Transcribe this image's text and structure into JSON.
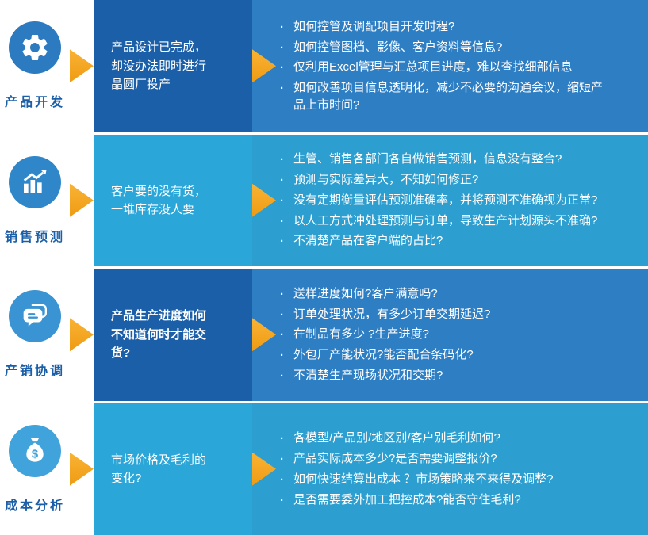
{
  "palette": {
    "dark_blue_mid": "#1b5fa8",
    "medium_blue_right": "#2e7ec4",
    "cyan_mid": "#2ba6d9",
    "cyan_right": "#2c9ecf",
    "arrow_orange": "#f2a41f",
    "category_label_blue": "#1b5fa8",
    "icon_circle_blues": [
      "#2c7bc0",
      "#2f86c8",
      "#3a93d2",
      "#41a3dc"
    ]
  },
  "rows": [
    {
      "label": "产品开发",
      "icon": "gear-wrench-icon",
      "problem": "产品设计已完成，却没办法即时进行晶圆厂投产",
      "questions": [
        "如何控管及调配项目开发时程?",
        "如何控管图档、影像、客户资料等信息?",
        "仅利用Excel管理与汇总项目进度，难以查找细部信息",
        "如何改善项目信息透明化，减少不必要的沟通会议，缩短产品上市时间?"
      ]
    },
    {
      "label": "销售预测",
      "icon": "bar-chart-trend-icon",
      "problem": "客户要的没有货，一堆库存没人要",
      "questions": [
        "生管、销售各部门各自做销售预测，信息没有整合?",
        "预测与实际差异大，不知如何修正?",
        "没有定期衡量评估预测准确率，并将预测不准确视为正常?",
        "以人工方式冲处理预测与订单，导致生产计划源头不准确?",
        "不清楚产品在客户端的占比?"
      ]
    },
    {
      "label": "产销协调",
      "icon": "chat-bubbles-icon",
      "problem": "产品生产进度如何不知道何时才能交货?",
      "questions": [
        "送样进度如何?客户满意吗?",
        "订单处理状况，有多少订单交期延迟?",
        "在制品有多少 ?生产进度?",
        "外包厂产能状况?能否配合条码化?",
        "不清楚生产现场状况和交期?"
      ]
    },
    {
      "label": "成本分析",
      "icon": "money-bag-icon",
      "problem": "市场价格及毛利的变化?",
      "questions": [
        "各模型/产品别/地区别/客户别毛利如何?",
        "产品实际成本多少?是否需要调整报价?",
        "如何快速结算出成本 ？市场策略来不来得及调整?",
        "是否需要委外加工把控成本?能否守住毛利?"
      ]
    }
  ]
}
